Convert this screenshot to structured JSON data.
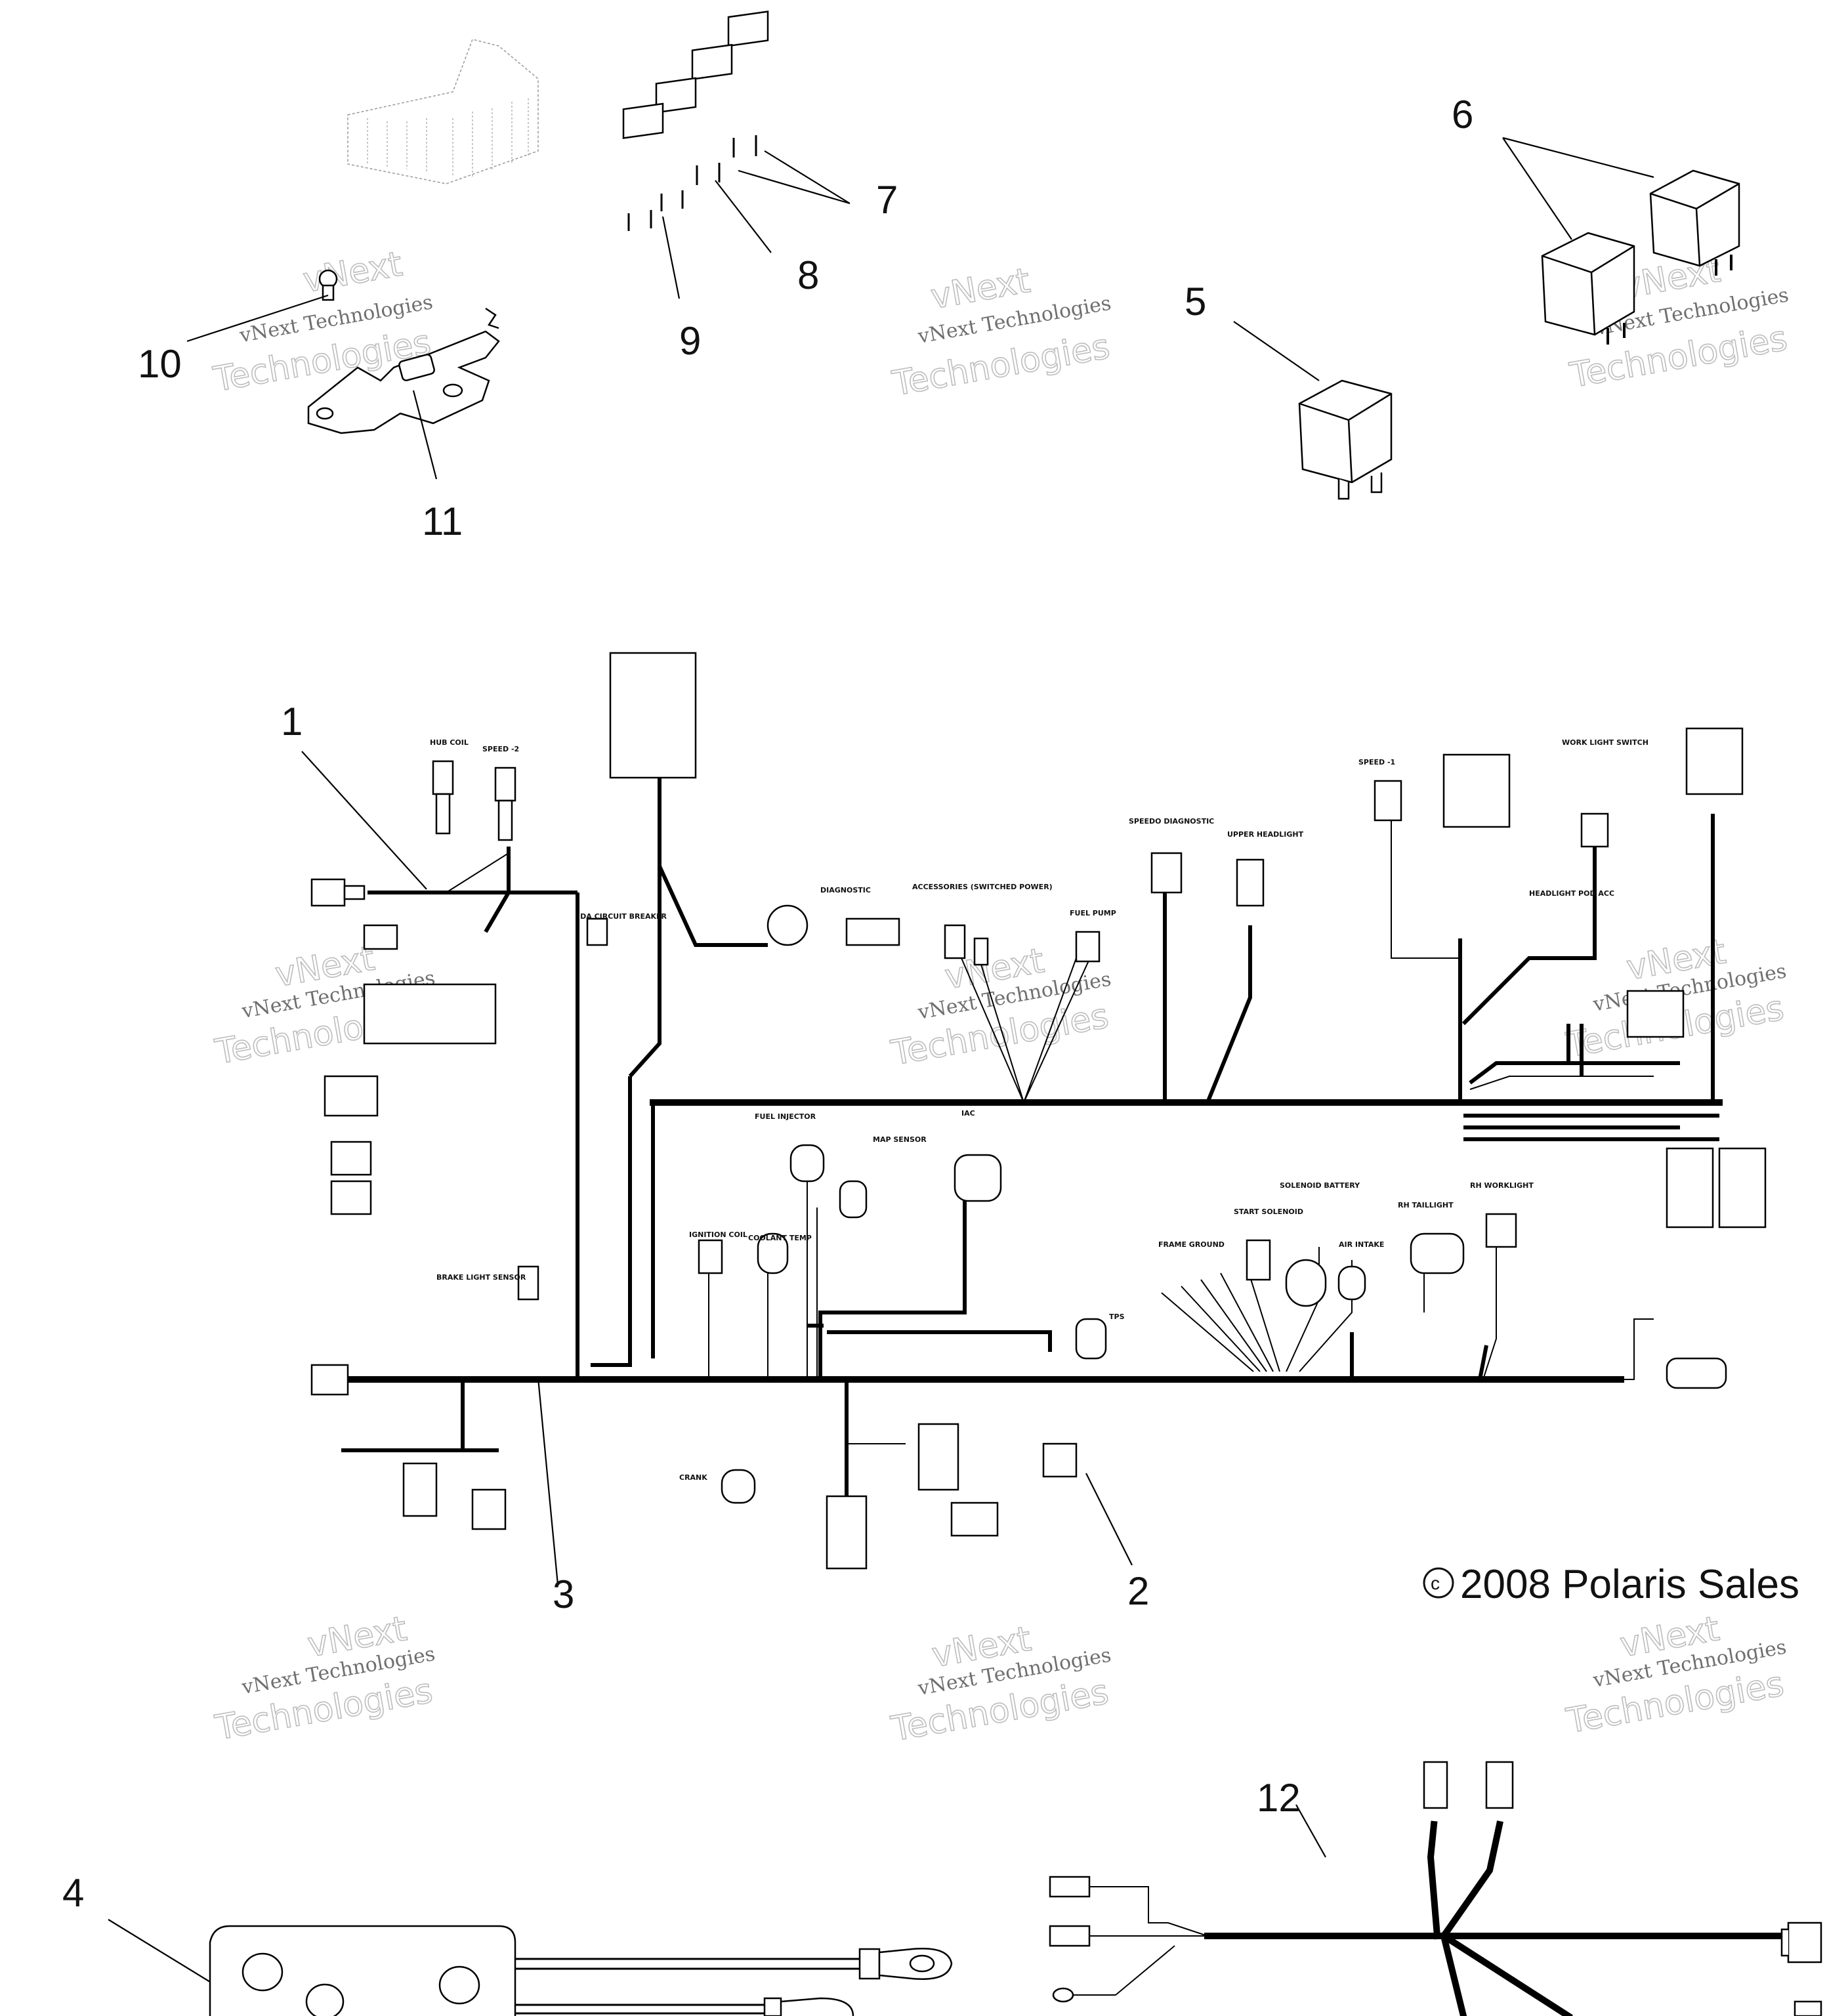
{
  "callouts": [
    "1",
    "2",
    "3",
    "4",
    "5",
    "6",
    "7",
    "8",
    "9",
    "10",
    "11",
    "12"
  ],
  "copyright": "2008 Polaris Sales",
  "copyright_symbol": "c",
  "watermark": {
    "line1": "vNext Technologies",
    "line2": "Technologies",
    "overlay": "vNext"
  },
  "connector_labels": {
    "hub_coil": "HUB COIL",
    "speed_2": "SPEED -2",
    "ida_circuit_breaker": "IDA CIRCUIT BREAKER",
    "diagnostic": "DIAGNOSTIC",
    "accessories_switched_power": "ACCESSORIES (SWITCHED POWER)",
    "fuel_pump": "FUEL PUMP",
    "speedo_diagnostic": "SPEEDO DIAGNOSTIC",
    "upper_headlight": "UPPER HEADLIGHT",
    "speed_1": "SPEED -1",
    "work_light_switch": "WORK LIGHT SWITCH",
    "headlight_pod_acc": "HEADLIGHT POD ACC",
    "fuel_injector": "FUEL INJECTOR",
    "iac": "IAC",
    "map_sensor": "MAP SENSOR",
    "ignition_coil": "IGNITION COIL",
    "coolant_temp": "COOLANT TEMP",
    "brake_light_sensor": "BRAKE LIGHT SENSOR",
    "tps": "TPS",
    "frame_ground": "FRAME GROUND",
    "start_solenoid": "START SOLENOID",
    "solenoid_battery": "SOLENOID BATTERY",
    "air_intake": "AIR INTAKE",
    "rh_taillight": "RH TAILLIGHT",
    "rh_worklight": "RH WORKLIGHT",
    "crank": "CRANK"
  }
}
